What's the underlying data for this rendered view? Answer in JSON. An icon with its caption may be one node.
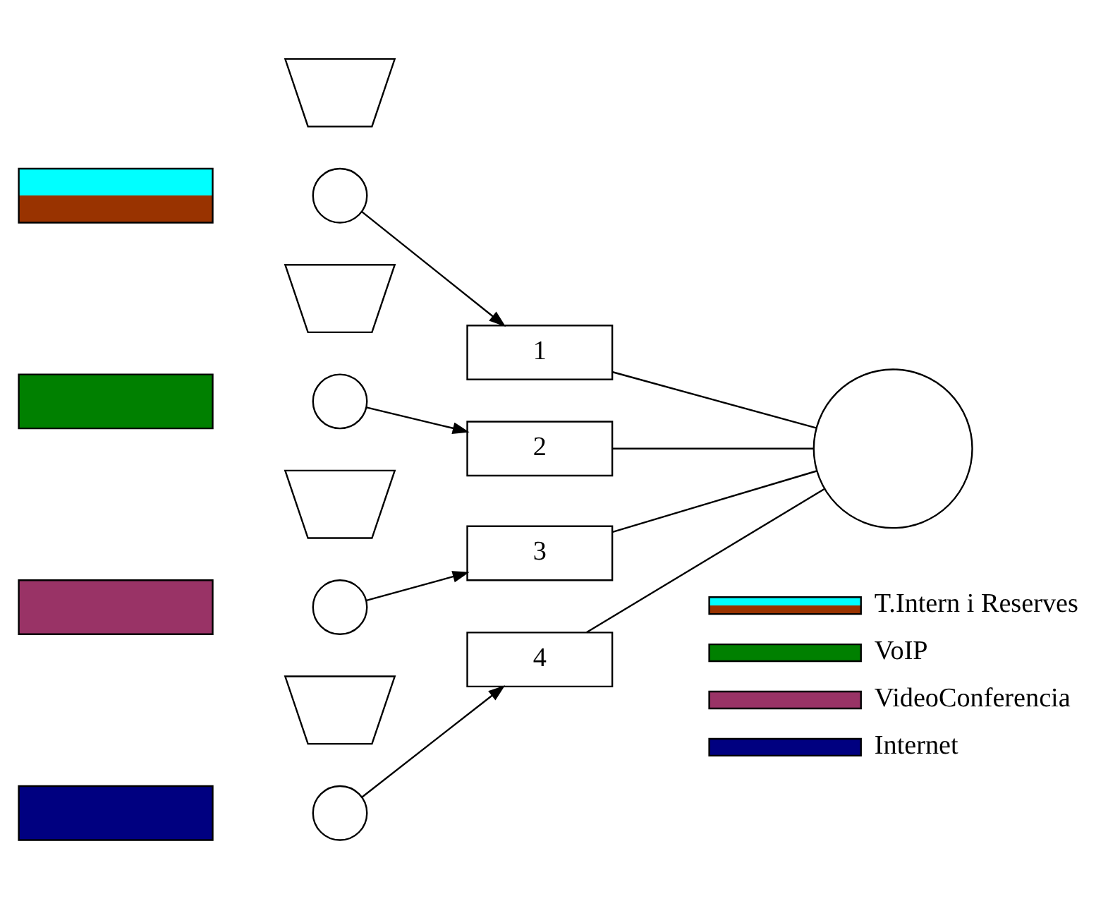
{
  "diagram": {
    "nodes": [
      {
        "text": [],
        "shape": "bar"
      },
      {
        "text": [],
        "shape": "funnel"
      },
      {
        "text": [],
        "shape": "circle"
      },
      {
        "text": [
          "1"
        ]
      },
      {
        "text": [],
        "shape": "bar"
      },
      {
        "text": [],
        "shape": "funnel"
      },
      {
        "text": [],
        "shape": "circle"
      },
      {
        "text": [
          "2"
        ]
      },
      {
        "text": [],
        "shape": "bar"
      },
      {
        "text": [],
        "shape": "funnel"
      },
      {
        "text": [],
        "shape": "circle"
      },
      {
        "text": [
          "3"
        ]
      },
      {
        "text": [],
        "shape": "bar"
      },
      {
        "text": [],
        "shape": "funnel"
      },
      {
        "text": [],
        "shape": "circle"
      },
      {
        "text": [
          "4"
        ]
      },
      {
        "text": [],
        "shape": "circle"
      }
    ],
    "edges": [
      {
        "from": 2,
        "to": 3,
        "arrow": "to"
      },
      {
        "from": 6,
        "to": 7,
        "arrow": "to"
      },
      {
        "from": 10,
        "to": 11,
        "arrow": "to"
      },
      {
        "from": 14,
        "to": 15,
        "arrow": "to"
      },
      {
        "from": 3,
        "to": 16,
        "arrow": "none"
      },
      {
        "from": 7,
        "to": 16,
        "arrow": "none"
      },
      {
        "from": 11,
        "to": 16,
        "arrow": "none"
      },
      {
        "from": 15,
        "to": 16,
        "arrow": "none"
      }
    ],
    "legend": [
      {
        "text": "T.Intern i Reserves",
        "color": "#00ffff"
      },
      {
        "text": "VoIP",
        "color": "#008000"
      },
      {
        "text": "VideoConferencia",
        "color": "#993366"
      },
      {
        "text": "Internet",
        "color": "#000080"
      }
    ]
  }
}
